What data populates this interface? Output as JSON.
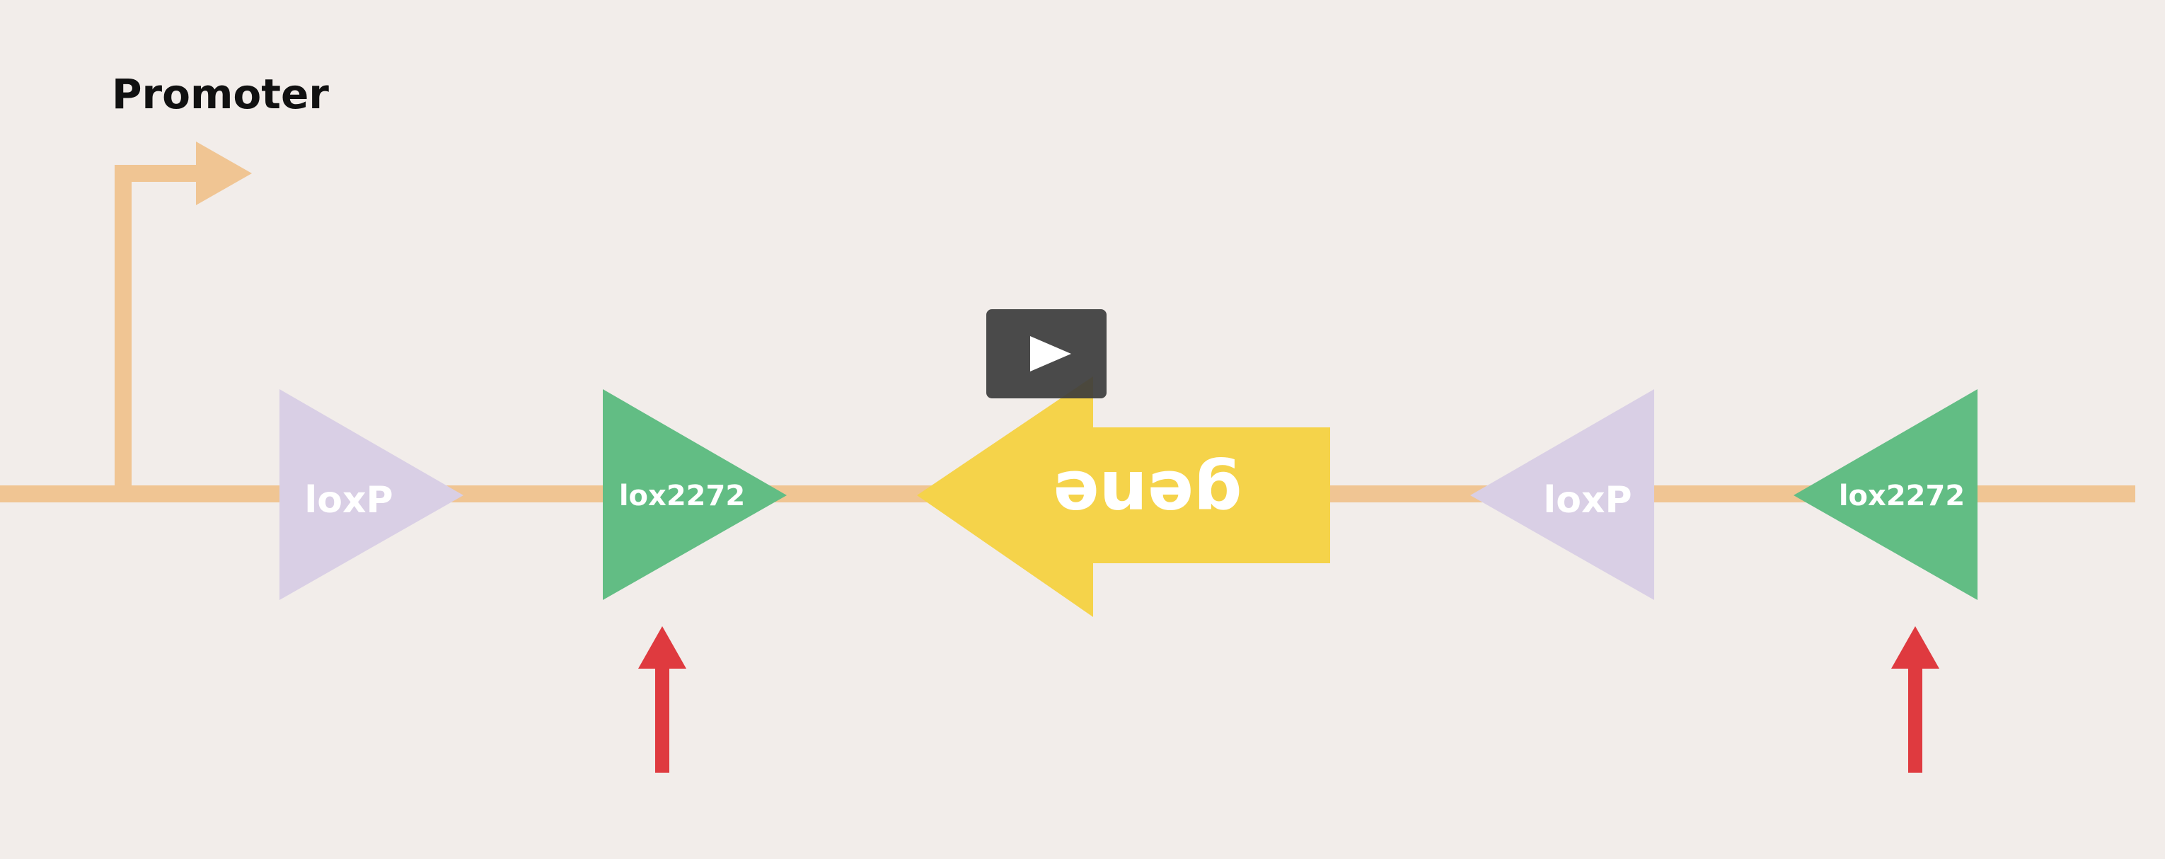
{
  "promoter": {
    "label": "Promoter"
  },
  "elements": [
    {
      "id": "loxp-1",
      "label": "loxP",
      "kind": "loxP",
      "direction": "right"
    },
    {
      "id": "lox2272-1",
      "label": "lox2272",
      "kind": "lox2272",
      "direction": "right"
    },
    {
      "id": "gene",
      "label": "gene",
      "kind": "gene",
      "direction": "left",
      "inverted_text": true
    },
    {
      "id": "loxp-2",
      "label": "loxP",
      "kind": "loxP",
      "direction": "left"
    },
    {
      "id": "lox2272-2",
      "label": "lox2272",
      "kind": "lox2272",
      "direction": "left"
    }
  ],
  "colors": {
    "background": "#f2edea",
    "dna_line": "#f0c593",
    "promoter_arrow": "#f0c593",
    "loxP": "#d9cfe5",
    "lox2272": "#62bd84",
    "gene": "#f5d34a",
    "marker_arrow": "#df3a3f"
  },
  "video": {
    "play_icon": "play-icon"
  }
}
